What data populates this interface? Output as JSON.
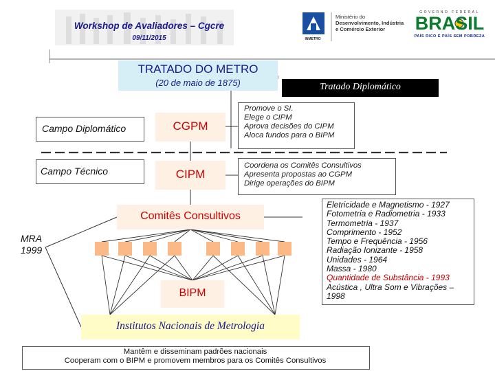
{
  "header": {
    "workshop_title": "Workshop de Avaliadores – Cgcre",
    "workshop_date": "09/11/2015",
    "inmetro_label": "INMETRO",
    "ministerio_lines": [
      "Ministério do",
      "Desenvolvimento, Indústria",
      "e Comércio Exterior"
    ],
    "brasil_top": "GOVERNO FEDERAL",
    "brasil_word": "BRASIL",
    "brasil_sub": "PAÍS RICO É PAÍS SEM POBREZA"
  },
  "tratado": {
    "title": "TRATADO DO METRO",
    "subtitle": "(20 de maio de 1875)",
    "diplomatico": "Tratado Diplomático"
  },
  "campos": {
    "diplomatico": "Campo Diplomático",
    "tecnico": "Campo Técnico"
  },
  "organs": {
    "cgpm": "CGPM",
    "cipm": "CIPM",
    "comites": "Comitês Consultivos",
    "bipm": "BIPM",
    "institutos": "Institutos Nacionais de Metrologia"
  },
  "cgpm_desc": [
    "Promove o SI.",
    "Elege o CIPM",
    "Aprova decisões do CIPM",
    "Aloca fundos para o BIPM"
  ],
  "cipm_desc": [
    "Coordena os Comitês Consultivos",
    "Apresenta propostas ao CGPM",
    "Dirige operações do BIPM"
  ],
  "mra": [
    "MRA",
    "1999"
  ],
  "comites_list": [
    {
      "text": "Eletricidade e Magnetismo - 1927",
      "highlight": false
    },
    {
      "text": "Fotometria e Radiometria - 1933",
      "highlight": false
    },
    {
      "text": "Termometria - 1937",
      "highlight": false
    },
    {
      "text": "Comprimento - 1952",
      "highlight": false
    },
    {
      "text": "Tempo e Frequência - 1956",
      "highlight": false
    },
    {
      "text": "Radiação Ionizante - 1958",
      "highlight": false
    },
    {
      "text": "Unidades - 1964",
      "highlight": false
    },
    {
      "text": "Massa - 1980",
      "highlight": false
    },
    {
      "text": "Quantidade de Substância - 1993",
      "highlight": true
    },
    {
      "text": "Acústica , Ultra Som e Vibrações –",
      "highlight": false
    },
    {
      "text": "1998",
      "highlight": false
    }
  ],
  "bottom": [
    "Mantêm e disseminam padrões nacionais",
    "Cooperam com o BIPM e promovem membros para os Comitês Consultivos"
  ],
  "colors": {
    "accent_red": "#cc0000",
    "navy": "#1a1a8c",
    "box_peach": "#fff0e4",
    "square_orange": "#fbb987",
    "light_blue": "#d6eef6",
    "light_yellow": "#fffcc8"
  }
}
